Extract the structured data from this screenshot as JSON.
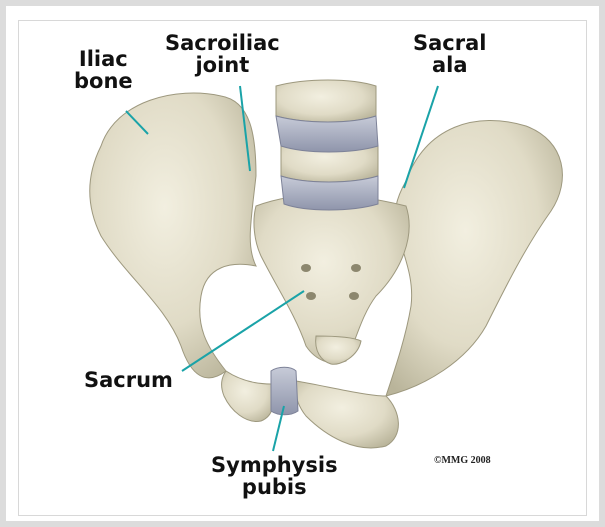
{
  "labels": {
    "iliac_bone": [
      "Iliac",
      "bone"
    ],
    "sacroiliac_joint": [
      "Sacroiliac",
      "joint"
    ],
    "sacral_ala": [
      "Sacral",
      "ala"
    ],
    "sacrum": "Sacrum",
    "symphysis_pubis": [
      "Symphysis",
      "pubis"
    ]
  },
  "copyright": "©MMG 2008",
  "colors": {
    "bone": "#e6e2cf",
    "bone_shadow": "#b9b49a",
    "disc": "#a9aec0",
    "leader_line": "#1aa3a8"
  }
}
